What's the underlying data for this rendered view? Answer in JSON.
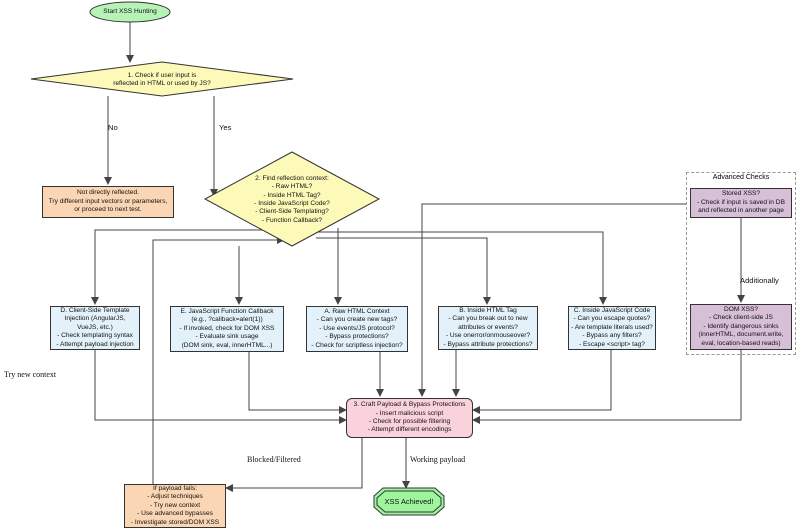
{
  "nodes": {
    "start": "Start XSS Hunting",
    "check": [
      "1. Check if user input is",
      "reflected in HTML or used by JS?"
    ],
    "not_reflected": [
      "Not directly reflected.",
      "Try different input vectors or parameters,",
      "or proceed to next test."
    ],
    "find_context": [
      "2. Find reflection context:",
      "- Raw HTML?",
      "- Inside HTML Tag?",
      "- Inside JavaScript Code?",
      "- Client-Side Templating?",
      "- Function Callback?"
    ],
    "client_template": [
      "D. Client-Side Template",
      "Injection (AngularJS,",
      "VueJS, etc.)",
      "- Check templating syntax",
      "- Attempt payload injection"
    ],
    "js_callback": [
      "E. JavaScript Function Callback",
      "(e.g., ?callback=alert(1))",
      "- If invoked, check for DOM XSS",
      "- Evaluate sink usage",
      "(DOM sink, eval, innerHTML...)"
    ],
    "raw_html": [
      "A. Raw HTML Context",
      "- Can you create new tags?",
      "- Use events/JS protocol?",
      "- Bypass protections?",
      "- Check for scriptless injection?"
    ],
    "html_tag": [
      "B. Inside HTML Tag",
      "- Can you break out to new",
      "attributes or events?",
      "- Use onerror/onmouseover?",
      "- Bypass attribute protections?"
    ],
    "inside_js": [
      "C. Inside JavaScript Code",
      "- Can you escape quotes?",
      "- Are template literals used?",
      "- Bypass any filters?",
      "- Escape <script> tag?"
    ],
    "stored_xss": [
      "Stored XSS?",
      "- Check if input is saved in DB",
      "and reflected in another page"
    ],
    "dom_xss": [
      "DOM XSS?",
      "- Check client-side JS",
      "- Identify dangerous sinks",
      "(innerHTML, document.write,",
      "eval, location-based reads)"
    ],
    "craft": [
      "3. Craft Payload & Bypass Protections",
      "- Insert malicious script",
      "- Check for possible filtering",
      "- Attempt different encodings"
    ],
    "fails": [
      "If payload fails:",
      "- Adjust techniques",
      "- Try new context",
      "- Use advanced bypasses",
      "- Investigate stored/DOM XSS"
    ],
    "achieved": "XSS Achieved!"
  },
  "group_title": "Advanced Checks",
  "edge_labels": {
    "no": "No",
    "yes": "Yes",
    "additionally": "Additionally",
    "try_new_context": "Try new context",
    "blocked": "Blocked/Filtered",
    "working": "Working payload"
  },
  "colors": {
    "start_fill": "#b7f2b7",
    "diamond_fill": "#fdf9b8",
    "blue_fill": "#e3f1fb",
    "orange_fill": "#fbd6b4",
    "purple_fill": "#d8bfd8",
    "pink_fill": "#f9d2dc",
    "achieved_fill": "#9ef59e",
    "line": "#444444"
  }
}
